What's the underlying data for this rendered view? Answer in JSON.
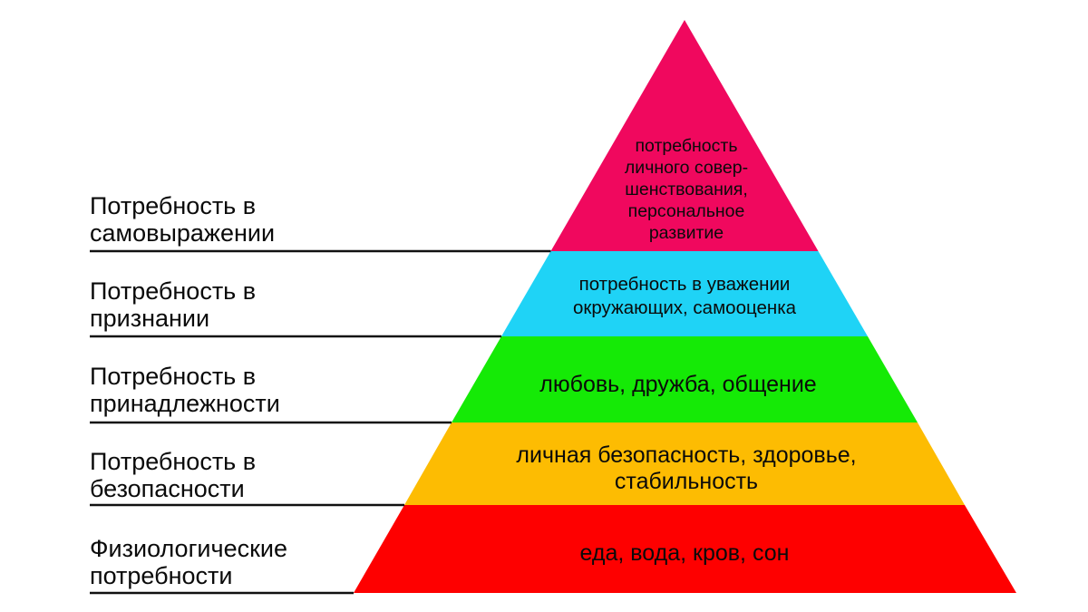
{
  "diagram": {
    "type": "pyramid",
    "levels": [
      {
        "name": "self-actualization",
        "side_label": [
          "Потребность в",
          "самовыражении"
        ],
        "inner_text": [
          "потребность",
          "личного совер-",
          "шенствования,",
          "персональное",
          "развитие"
        ],
        "color": "#f0085e"
      },
      {
        "name": "esteem",
        "side_label": [
          "Потребность в",
          "признании"
        ],
        "inner_text": [
          "потребность в уважении",
          "окружающих, самооценка"
        ],
        "color": "#1fd3f6"
      },
      {
        "name": "belonging",
        "side_label": [
          "Потребность в",
          "принадлежности"
        ],
        "inner_text": [
          "любовь, дружба, общение"
        ],
        "color": "#15ea06"
      },
      {
        "name": "safety",
        "side_label": [
          "Потребность в",
          "безопасности"
        ],
        "inner_text": [
          "личная безопасность, здоровье,",
          "стабильность"
        ],
        "color": "#fdbc02"
      },
      {
        "name": "physiological",
        "side_label": [
          "Физиологические",
          "потребности"
        ],
        "inner_text": [
          "еда, вода, кров, сон"
        ],
        "color": "#fe0000"
      }
    ],
    "line_color": "#111111"
  }
}
